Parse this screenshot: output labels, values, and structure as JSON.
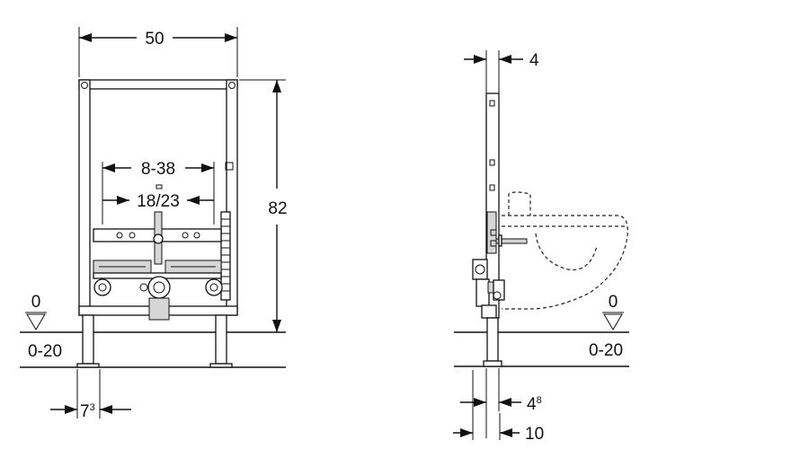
{
  "front_view": {
    "width": "50",
    "height": "82",
    "connection_spacing": "8-38",
    "fixing_spacing": "18/23",
    "floor_level": "0",
    "floor_range": "0-20",
    "foot_offset_base": "7",
    "foot_offset_sup": "3"
  },
  "side_view": {
    "frame_depth": "4",
    "floor_level": "0",
    "floor_range": "0-20",
    "foot_depth_base": "4",
    "foot_depth_sup": "8",
    "total_depth": "10"
  }
}
